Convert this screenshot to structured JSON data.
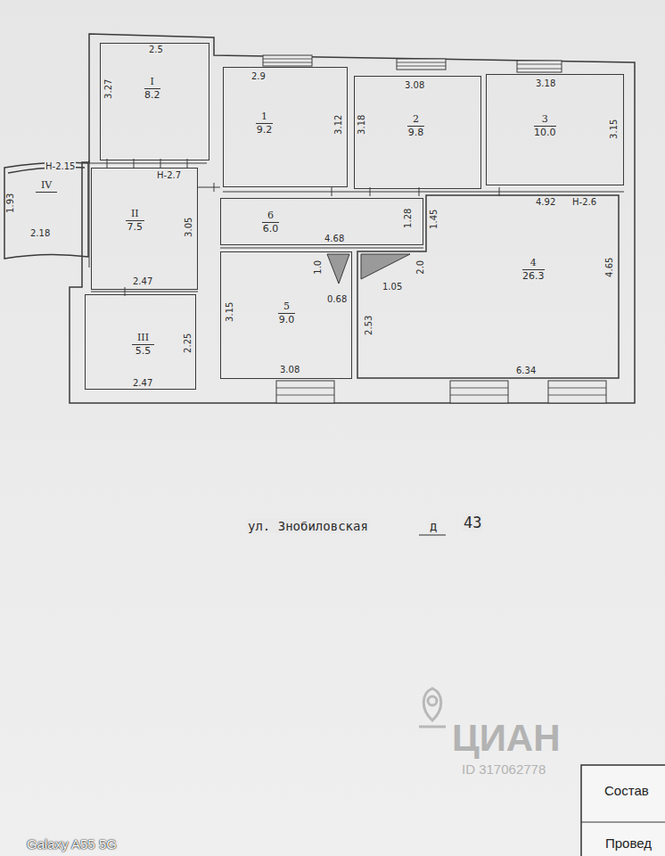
{
  "diagram": {
    "nodes": [
      {
        "text": [
          "I",
          "8.2"
        ]
      },
      {
        "text": [
          "1",
          "9.2"
        ]
      },
      {
        "text": [
          "2",
          "9.8"
        ]
      },
      {
        "text": [
          "3",
          "10.0"
        ]
      },
      {
        "text": [
          "IV"
        ]
      },
      {
        "text": [
          "II",
          "7.5"
        ]
      },
      {
        "text": [
          "6",
          "6.0"
        ]
      },
      {
        "text": [
          "4",
          "26.3"
        ]
      },
      {
        "text": [
          "5",
          "9.0"
        ]
      },
      {
        "text": [
          "III",
          "5.5"
        ]
      }
    ],
    "labels": [
      "2.5",
      "3.27",
      "2.9",
      "3.12",
      "3.18",
      "3.08",
      "3.18",
      "3.15",
      "4.92",
      "Н-2.6",
      "1.28",
      "1.45",
      "4.68",
      "1.0",
      "0.68",
      "2.0",
      "1.05",
      "2.53",
      "4.65",
      "3.15",
      "3.08",
      "6.34",
      "3.05",
      "Н-2.7",
      "2.47",
      "2.25",
      "2.47",
      "Н-2.15",
      "1.93",
      "2.18",
      "ул. Знобиловская",
      "д",
      "43",
      "ЦИАН",
      "ID 317062778",
      "Galaxy A55 5G",
      "Состав",
      "Провед"
    ]
  }
}
